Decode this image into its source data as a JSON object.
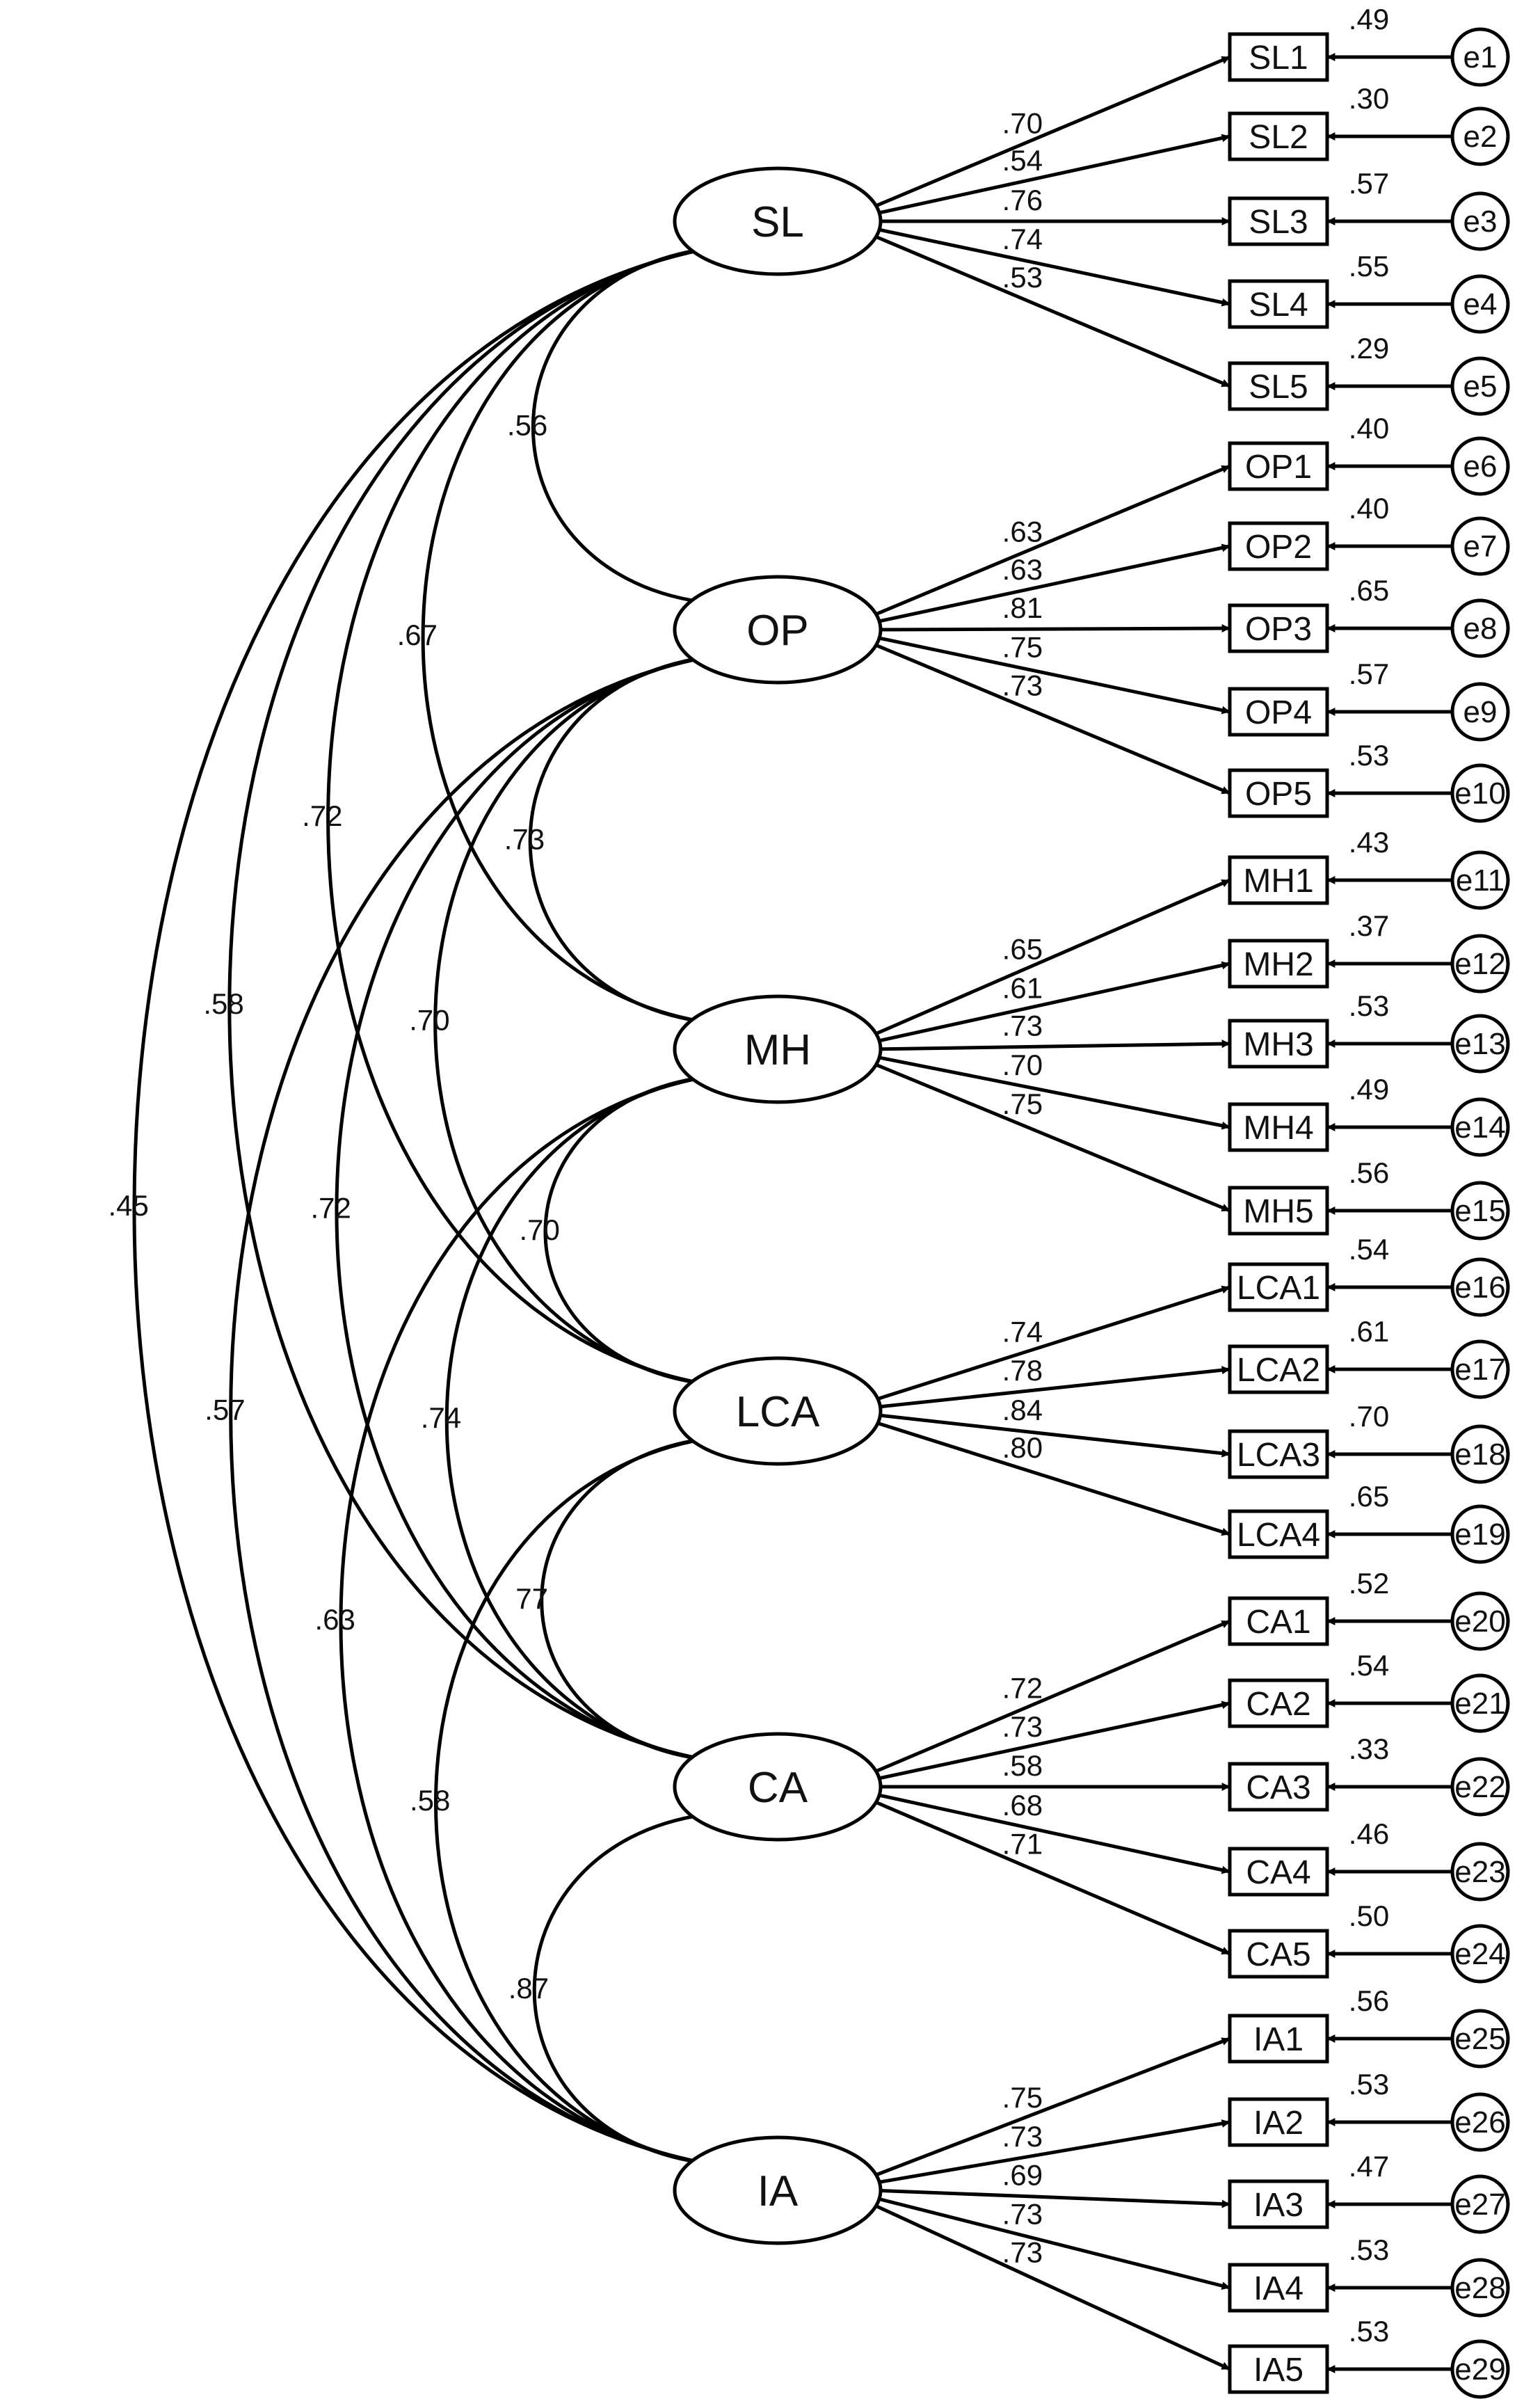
{
  "latents": [
    {
      "id": "SL",
      "label": "SL",
      "loadings": [
        ".70",
        ".54",
        ".76",
        ".74",
        ".53"
      ]
    },
    {
      "id": "OP",
      "label": "OP",
      "loadings": [
        ".63",
        ".63",
        ".81",
        ".75",
        ".73"
      ]
    },
    {
      "id": "MH",
      "label": "MH",
      "loadings": [
        ".65",
        ".61",
        ".73",
        ".70",
        ".75"
      ]
    },
    {
      "id": "LCA",
      "label": "LCA",
      "loadings": [
        ".74",
        ".78",
        ".84",
        ".80"
      ]
    },
    {
      "id": "CA",
      "label": "CA",
      "loadings": [
        ".72",
        ".73",
        ".58",
        ".68",
        ".71"
      ]
    },
    {
      "id": "IA",
      "label": "IA",
      "loadings": [
        ".75",
        ".73",
        ".69",
        ".73",
        ".73"
      ]
    }
  ],
  "indicators": [
    {
      "label": "SL1",
      "r2": ".49",
      "error": "e1"
    },
    {
      "label": "SL2",
      "r2": ".30",
      "error": "e2"
    },
    {
      "label": "SL3",
      "r2": ".57",
      "error": "e3"
    },
    {
      "label": "SL4",
      "r2": ".55",
      "error": "e4"
    },
    {
      "label": "SL5",
      "r2": ".29",
      "error": "e5"
    },
    {
      "label": "OP1",
      "r2": ".40",
      "error": "e6"
    },
    {
      "label": "OP2",
      "r2": ".40",
      "error": "e7"
    },
    {
      "label": "OP3",
      "r2": ".65",
      "error": "e8"
    },
    {
      "label": "OP4",
      "r2": ".57",
      "error": "e9"
    },
    {
      "label": "OP5",
      "r2": ".53",
      "error": "e10"
    },
    {
      "label": "MH1",
      "r2": ".43",
      "error": "e11"
    },
    {
      "label": "MH2",
      "r2": ".37",
      "error": "e12"
    },
    {
      "label": "MH3",
      "r2": ".53",
      "error": "e13"
    },
    {
      "label": "MH4",
      "r2": ".49",
      "error": "e14"
    },
    {
      "label": "MH5",
      "r2": ".56",
      "error": "e15"
    },
    {
      "label": "LCA1",
      "r2": ".54",
      "error": "e16"
    },
    {
      "label": "LCA2",
      "r2": ".61",
      "error": "e17"
    },
    {
      "label": "LCA3",
      "r2": ".70",
      "error": "e18"
    },
    {
      "label": "LCA4",
      "r2": ".65",
      "error": "e19"
    },
    {
      "label": "CA1",
      "r2": ".52",
      "error": "e20"
    },
    {
      "label": "CA2",
      "r2": ".54",
      "error": "e21"
    },
    {
      "label": "CA3",
      "r2": ".33",
      "error": "e22"
    },
    {
      "label": "CA4",
      "r2": ".46",
      "error": "e23"
    },
    {
      "label": "CA5",
      "r2": ".50",
      "error": "e24"
    },
    {
      "label": "IA1",
      "r2": ".56",
      "error": "e25"
    },
    {
      "label": "IA2",
      "r2": ".53",
      "error": "e26"
    },
    {
      "label": "IA3",
      "r2": ".47",
      "error": "e27"
    },
    {
      "label": "IA4",
      "r2": ".53",
      "error": "e28"
    },
    {
      "label": "IA5",
      "r2": ".53",
      "error": "e29"
    }
  ],
  "correlations": [
    {
      "from": "SL",
      "to": "OP",
      "value": ".56"
    },
    {
      "from": "SL",
      "to": "MH",
      "value": ".67"
    },
    {
      "from": "SL",
      "to": "LCA",
      "value": ".72"
    },
    {
      "from": "SL",
      "to": "CA",
      "value": ".58"
    },
    {
      "from": "SL",
      "to": "IA",
      "value": ".45"
    },
    {
      "from": "OP",
      "to": "MH",
      "value": ".73"
    },
    {
      "from": "OP",
      "to": "LCA",
      "value": ".70"
    },
    {
      "from": "OP",
      "to": "CA",
      "value": ".72"
    },
    {
      "from": "OP",
      "to": "IA",
      "value": ".57"
    },
    {
      "from": "MH",
      "to": "LCA",
      "value": ".70"
    },
    {
      "from": "MH",
      "to": "CA",
      "value": ".74"
    },
    {
      "from": "MH",
      "to": "IA",
      "value": ".63"
    },
    {
      "from": "LCA",
      "to": "CA",
      "value": "77"
    },
    {
      "from": "LCA",
      "to": "IA",
      "value": ".58"
    },
    {
      "from": "CA",
      "to": "IA",
      "value": ".87"
    }
  ]
}
